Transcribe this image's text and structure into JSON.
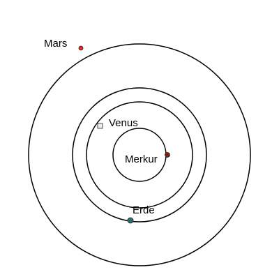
{
  "diagram": {
    "labels": {
      "mars": "Mars",
      "venus": "Venus",
      "merkur": "Merkur",
      "erde": "Erde"
    },
    "colors": {
      "mars": "#e8262a",
      "venus": "#e4f1f7",
      "merkur": "#8b1a1a",
      "erde": "#2f6f6f",
      "orbit": "#000000"
    }
  }
}
